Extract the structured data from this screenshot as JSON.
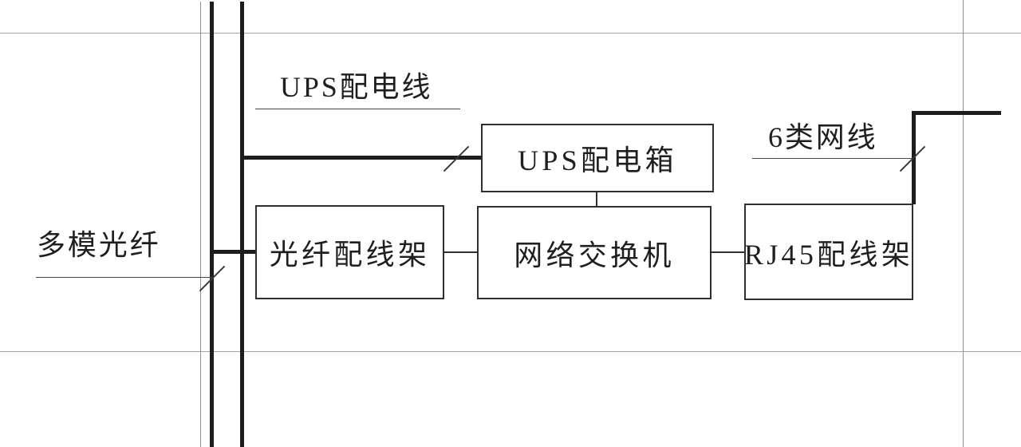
{
  "diagram": {
    "kind": "network-cabling-riser-diagram",
    "nodes": {
      "ups_box": "UPS配电箱",
      "fiber_panel": "光纤配线架",
      "network_switch": "网络交换机",
      "rj45_panel": "RJ45配线架"
    },
    "cable_labels": {
      "ups_line": "UPS配电线",
      "cat6": "6类网线",
      "multimode_fiber": "多模光纤"
    },
    "connections": [
      {
        "from": "riser",
        "to": "ups_box",
        "label": "UPS配电线"
      },
      {
        "from": "riser",
        "to": "fiber_panel",
        "label": "多模光纤"
      },
      {
        "from": "fiber_panel",
        "to": "network_switch",
        "label": ""
      },
      {
        "from": "ups_box",
        "to": "network_switch",
        "label": ""
      },
      {
        "from": "network_switch",
        "to": "rj45_panel",
        "label": ""
      },
      {
        "from": "rj45_panel",
        "to": "top_right",
        "label": "6类网线"
      }
    ],
    "colors": {
      "background": "#ffffff",
      "thick_line": "#1d1d1d",
      "thin_grid_line": "#a3a3a3",
      "leader_line": "#474747",
      "box_border": "#303030",
      "text": "#1f1f1f"
    }
  }
}
